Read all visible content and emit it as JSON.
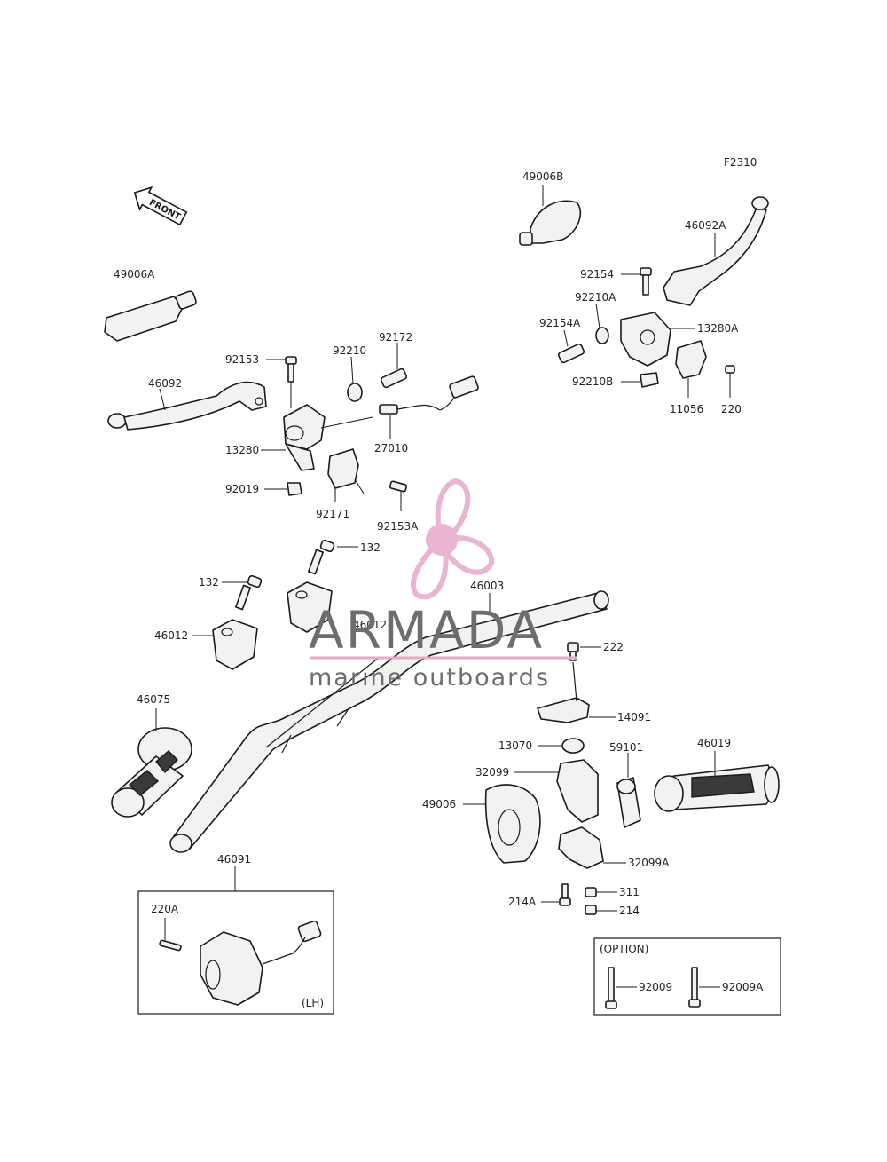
{
  "figure_code": "F2310",
  "front_arrow": "FRONT",
  "watermark": {
    "brand": "ARMADA",
    "tagline": "marine outboards"
  },
  "option_box_title": "(OPTION)",
  "lh_box_note": "(LH)",
  "labels": {
    "p49006B": "49006B",
    "p46092A": "46092A",
    "p92154": "92154",
    "p92210A": "92210A",
    "p92154A": "92154A",
    "p13280A": "13280A",
    "p92210B": "92210B",
    "p11056": "11056",
    "p220": "220",
    "p49006A": "49006A",
    "p92153": "92153",
    "p92210": "92210",
    "p92172": "92172",
    "p46092": "46092",
    "p13280": "13280",
    "p27010": "27010",
    "p92019": "92019",
    "p92171": "92171",
    "p92153A": "92153A",
    "p132a": "132",
    "p132b": "132",
    "p46012a": "46012",
    "p46012b": "46012",
    "p46003": "46003",
    "p222": "222",
    "p14091": "14091",
    "p46075": "46075",
    "p13070": "13070",
    "p59101": "59101",
    "p46019": "46019",
    "p32099": "32099",
    "p49006": "49006",
    "p32099A": "32099A",
    "p311": "311",
    "p214A": "214A",
    "p214": "214",
    "p46091": "46091",
    "p220A": "220A",
    "p92009": "92009",
    "p92009A": "92009A"
  }
}
